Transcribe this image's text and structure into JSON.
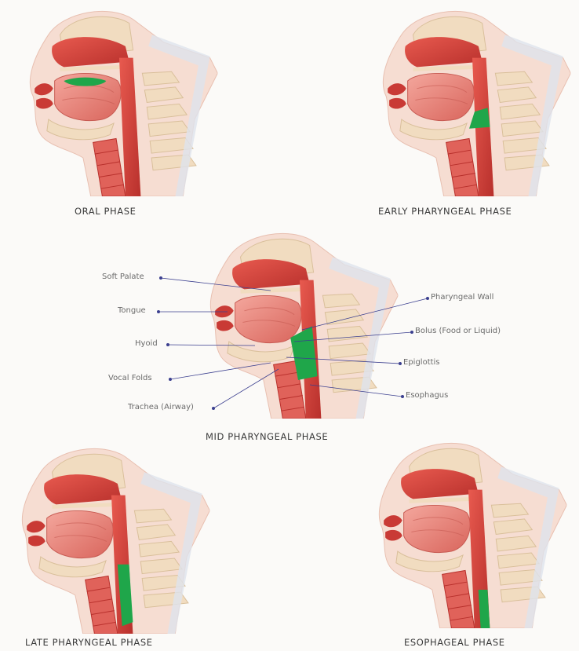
{
  "phases": [
    {
      "caption": "ORAL PHASE",
      "bolus_location": "oral cavity"
    },
    {
      "caption": "EARLY PHARYNGEAL PHASE",
      "bolus_location": "upper pharynx"
    },
    {
      "caption": "MID PHARYNGEAL PHASE",
      "bolus_location": "mid pharynx"
    },
    {
      "caption": "LATE PHARYNGEAL PHASE",
      "bolus_location": "lower pharynx"
    },
    {
      "caption": "ESOPHAGEAL PHASE",
      "bolus_location": "esophagus"
    }
  ],
  "labels": {
    "soft_palate": "Soft Palate",
    "tongue": "Tongue",
    "hyoid": "Hyoid",
    "vocal_folds": "Vocal Folds",
    "trachea": "Trachea (Airway)",
    "pharyngeal_wall": "Pharyngeal Wall",
    "bolus": "Bolus (Food or Liquid)",
    "epiglottis": "Epiglottis",
    "esophagus": "Esophagus"
  },
  "colors": {
    "bolus": "#1fa64a",
    "muscle": "#d9463f",
    "muscle_light": "#ef8f86",
    "bone": "#f1dcc0",
    "skin": "#f6ddd2",
    "nerve": "#d6dbe6"
  }
}
